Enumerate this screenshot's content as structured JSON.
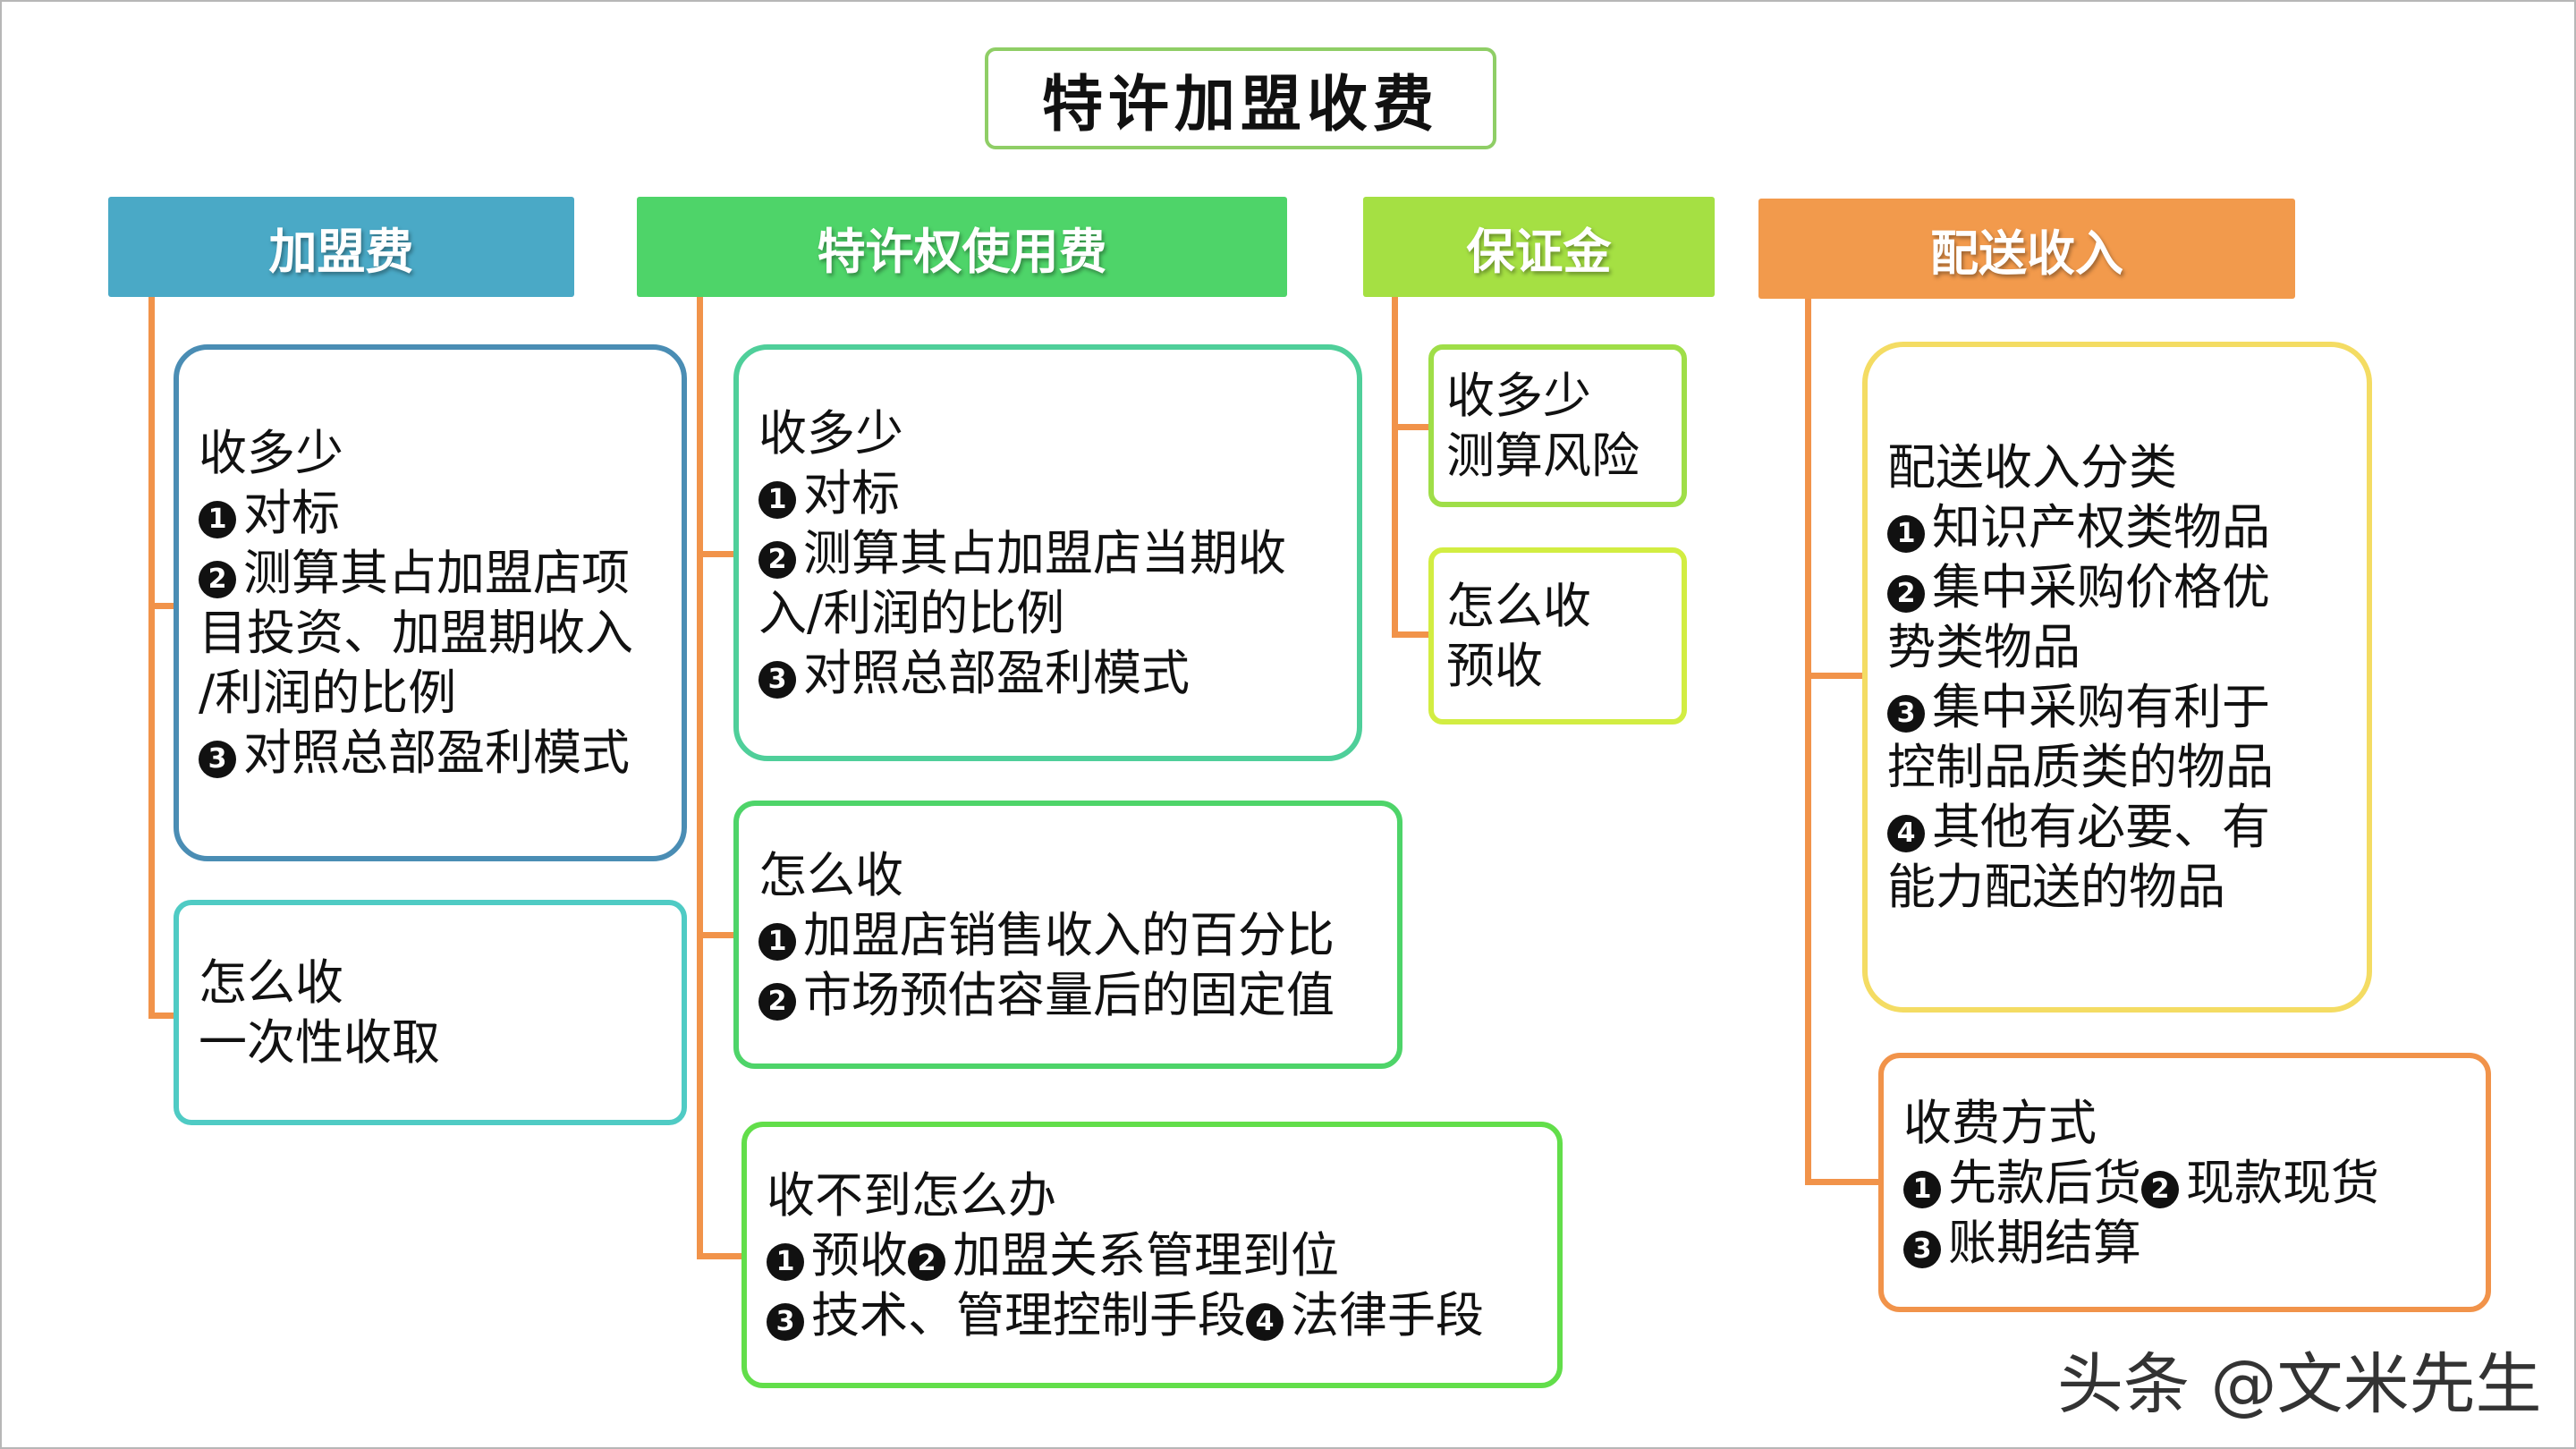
{
  "title": "特许加盟收费",
  "columns": [
    {
      "header": "加盟费",
      "color": "#4aa9c6",
      "boxes": [
        {
          "border": "#4a8db4",
          "lines": [
            {
              "text": "收多少"
            },
            {
              "num": "1",
              "text": "对标"
            },
            {
              "num": "2",
              "text": "测算其占加盟店项"
            },
            {
              "text": "目投资、加盟期收入"
            },
            {
              "text": "/利润的比例"
            },
            {
              "num": "3",
              "text": "对照总部盈利模式"
            }
          ]
        },
        {
          "border": "#4fcbc4",
          "lines": [
            {
              "text": "怎么收"
            },
            {
              "text": "一次性收取"
            }
          ]
        }
      ]
    },
    {
      "header": "特许权使用费",
      "color": "#4ed469",
      "boxes": [
        {
          "border": "#4fcf9a",
          "lines": [
            {
              "text": "收多少"
            },
            {
              "num": "1",
              "text": "对标"
            },
            {
              "num": "2",
              "text": "测算其占加盟店当期收"
            },
            {
              "text": "入/利润的比例"
            },
            {
              "num": "3",
              "text": "对照总部盈利模式"
            }
          ]
        },
        {
          "border": "#4ed469",
          "lines": [
            {
              "text": "怎么收"
            },
            {
              "num": "1",
              "text": "加盟店销售收入的百分比"
            },
            {
              "num": "2",
              "text": "市场预估容量后的固定值"
            }
          ]
        },
        {
          "border": "#62de4a",
          "lines": [
            {
              "text": "收不到怎么办"
            },
            {
              "num": "1",
              "text": "预收",
              "num2": "2",
              "text2": "加盟关系管理到位"
            },
            {
              "num": "3",
              "text": "技术、管理控制手段",
              "num2": "4",
              "text2": "法律手段"
            }
          ]
        }
      ]
    },
    {
      "header": "保证金",
      "color": "#a5e043",
      "boxes": [
        {
          "border": "#9fde48",
          "lines": [
            {
              "text": "收多少"
            },
            {
              "text": "测算风险"
            }
          ]
        },
        {
          "border": "#d2ed42",
          "lines": [
            {
              "text": "怎么收"
            },
            {
              "text": "预收"
            }
          ]
        }
      ]
    },
    {
      "header": "配送收入",
      "color": "#f29a4c",
      "boxes": [
        {
          "border": "#f4dc63",
          "lines": [
            {
              "text": "配送收入分类"
            },
            {
              "num": "1",
              "text": "知识产权类物品"
            },
            {
              "num": "2",
              "text": "集中采购价格优"
            },
            {
              "text": "势类物品"
            },
            {
              "num": "3",
              "text": "集中采购有利于"
            },
            {
              "text": "控制品质类的物品"
            },
            {
              "num": "4",
              "text": "其他有必要、有"
            },
            {
              "text": "能力配送的物品"
            }
          ]
        },
        {
          "border": "#f1934a",
          "lines": [
            {
              "text": "收费方式"
            },
            {
              "num": "1",
              "text": "先款后货",
              "num2": "2",
              "text2": "现款现货"
            },
            {
              "num": "3",
              "text": "账期结算"
            }
          ]
        }
      ]
    }
  ],
  "watermark": "头条 @文米先生",
  "colors": {
    "connector": "#f1934a",
    "title_border": "#8fce66"
  }
}
